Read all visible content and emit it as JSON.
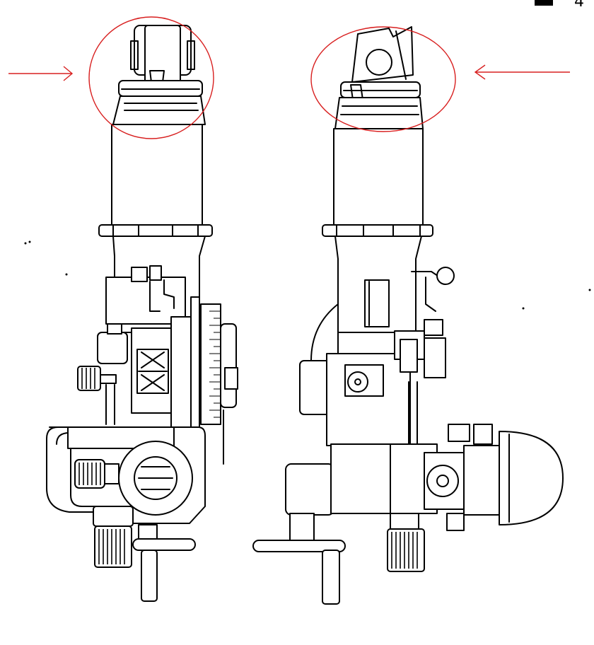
{
  "figure": {
    "corner_label": "4",
    "highlight_color": "#d82020",
    "ink_color": "#000000",
    "left_view": {
      "arrow_direction": "right",
      "highlight": "circle"
    },
    "right_view": {
      "arrow_direction": "left",
      "highlight": "circle"
    }
  }
}
